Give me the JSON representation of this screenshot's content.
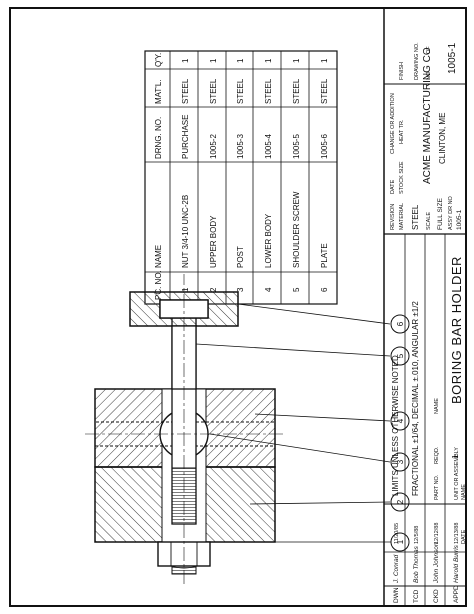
{
  "parts_list": {
    "headers": [
      "PC. NO.",
      "NAME",
      "DRNG. NO.",
      "MAT'L.",
      "Q'Y."
    ],
    "rows": [
      {
        "pc": "1",
        "name": "NUT 3/4-10 UNC-2B",
        "drng": "PURCHASE",
        "matl": "STEEL",
        "qty": "1"
      },
      {
        "pc": "2",
        "name": "UPPER BODY",
        "drng": "1005-2",
        "matl": "STEEL",
        "qty": "1"
      },
      {
        "pc": "3",
        "name": "POST",
        "drng": "1005-3",
        "matl": "STEEL",
        "qty": "1"
      },
      {
        "pc": "4",
        "name": "LOWER BODY",
        "drng": "1005-4",
        "matl": "STEEL",
        "qty": "1"
      },
      {
        "pc": "5",
        "name": "SHOULDER SCREW",
        "drng": "1005-5",
        "matl": "STEEL",
        "qty": "1"
      },
      {
        "pc": "6",
        "name": "PLATE",
        "drng": "1005-6",
        "matl": "STEEL",
        "qty": "1"
      }
    ]
  },
  "bubbles": [
    "1",
    "2",
    "3",
    "4",
    "5",
    "6"
  ],
  "title_block": {
    "roles": [
      {
        "role": "DWN",
        "name": "J. Conrad",
        "date": "11/20/85"
      },
      {
        "role": "TCD",
        "name": "Bob Thomas",
        "date": "12/5/88"
      },
      {
        "role": "CKD",
        "name": "John Johnson",
        "date": "12/12/88"
      },
      {
        "role": "APPD",
        "name": "Harold Burris",
        "date": "12/13/88"
      }
    ],
    "name_header": "NAME",
    "date_header": "DATE",
    "limits_title": "LIMITS UNLESS OTHERWISE NOTED",
    "limits_text": "FRACTIONAL ±1/64, DECIMAL ±.010, ANGULAR ±1/2",
    "part_no_label": "PART NO.",
    "reqd_label": "REQD.",
    "name_label": "NAME",
    "unit_label": "UNIT OR ASSEMBLY",
    "reqd_value": "1",
    "drawing_title": "BORING BAR HOLDER",
    "revision_label": "REVISION",
    "date_label": "DATE",
    "change_label": "CHANGE OR ADDITION",
    "material_label": "MATERIAL",
    "stock_size_label": "STOCK SIZE",
    "heat_tr_label": "HEAT TR.",
    "finish_label": "FINISH",
    "material_value": "STEEL",
    "scale_label": "SCALE",
    "scale_value": "FULL SIZE",
    "company": "ACME MANUFACTURING CO",
    "city": "CLINTON, ME",
    "assy_label": "ASSY DR NO",
    "assy_value": "1005-1",
    "drawing_no_label": "DRAWING NO.",
    "no_label": "NO",
    "of_label": "OF",
    "drawing_no": "1005-1"
  }
}
